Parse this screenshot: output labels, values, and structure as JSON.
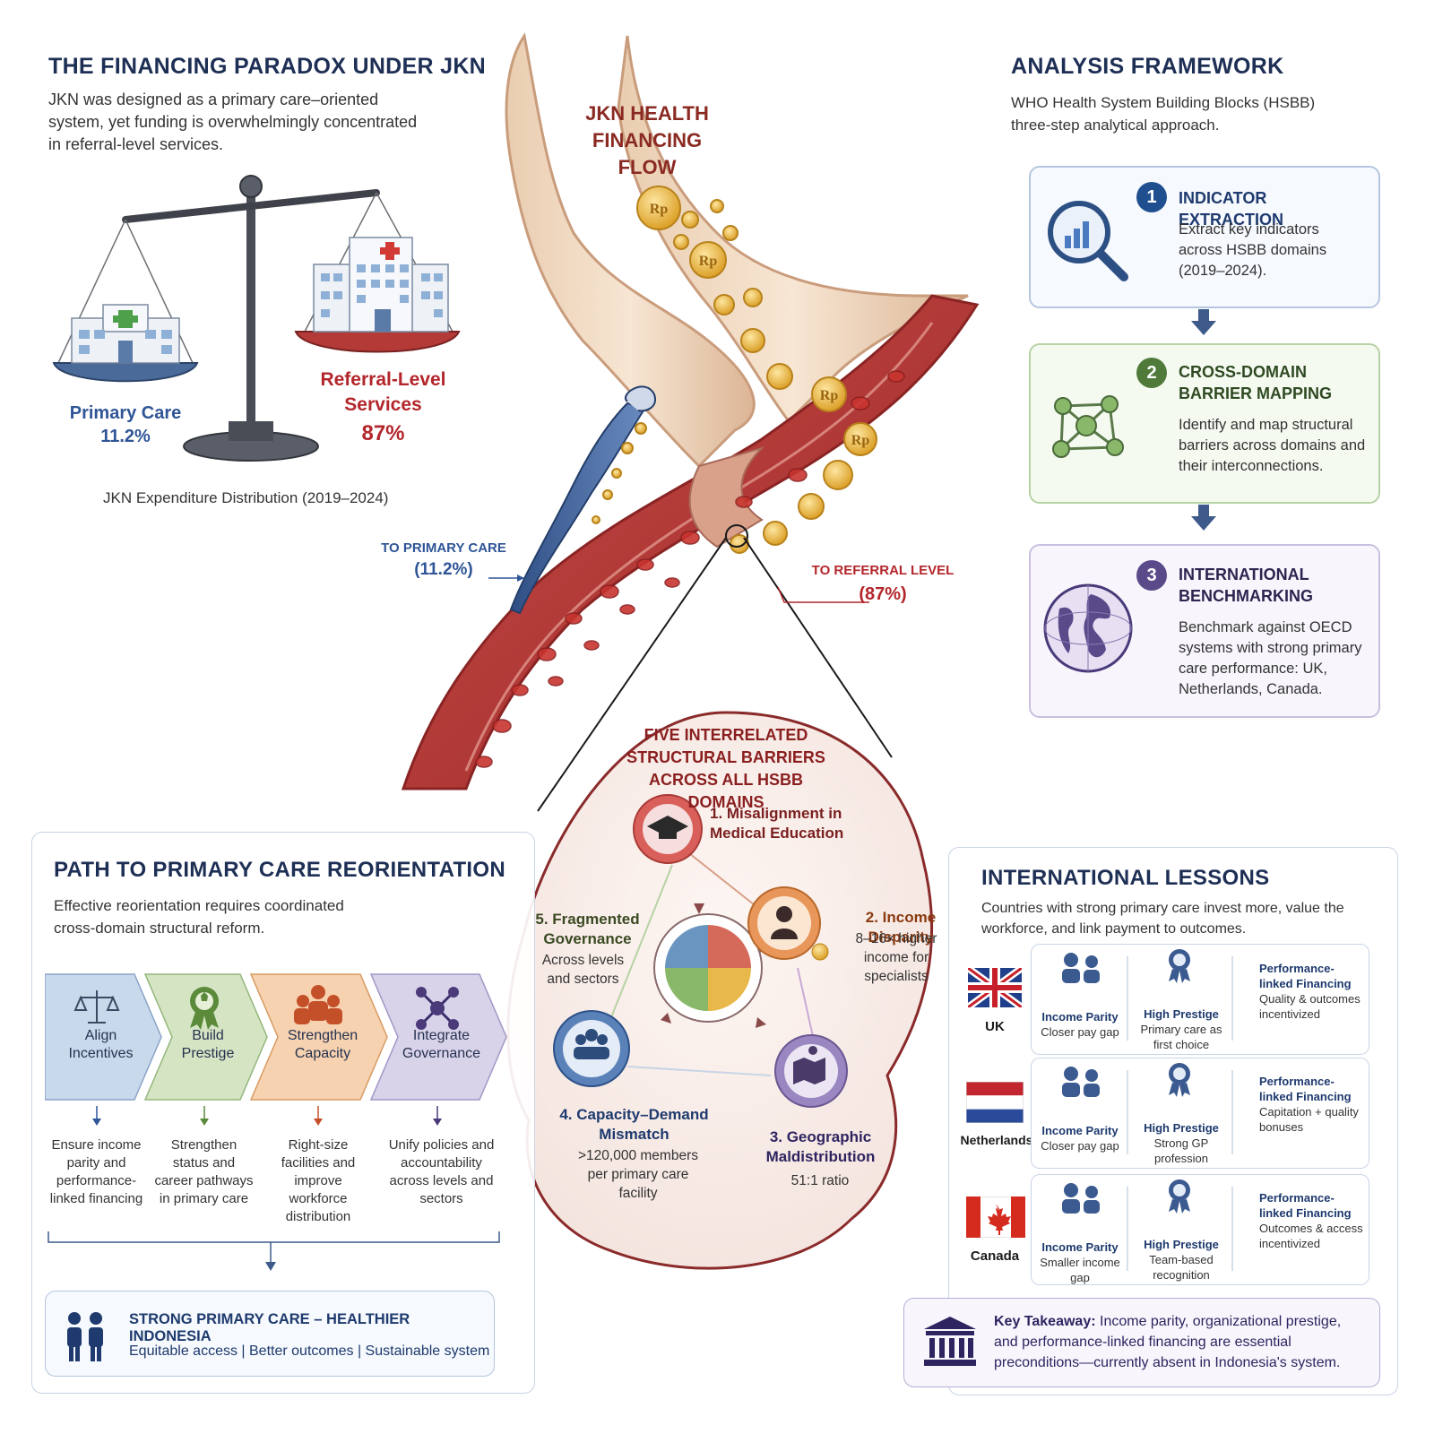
{
  "paradox": {
    "title": "THE FINANCING PARADOX UNDER JKN",
    "text": "JKN was designed as a primary care–oriented system, yet funding is overwhelmingly concentrated in referral-level services.",
    "primary_label": "Primary Care",
    "primary_value": "11.2%",
    "referral_label": "Referral-Level Services",
    "referral_value": "87%",
    "caption": "JKN Expenditure Distribution (2019–2024)"
  },
  "flow": {
    "title": "JKN HEALTH FINANCING FLOW",
    "coin_label": "Rp",
    "to_primary": "TO PRIMARY CARE",
    "to_primary_value": "(11.2%)",
    "to_referral": "TO REFERRAL LEVEL",
    "to_referral_value": "(87%)"
  },
  "framework": {
    "title": "ANALYSIS FRAMEWORK",
    "text": "WHO Health System Building Blocks (HSBB) three-step analytical approach.",
    "steps": [
      {
        "num": "1",
        "title": "INDICATOR EXTRACTION",
        "text": "Extract key indicators across HSBB domains (2019–2024).",
        "color": "#1f4f8f",
        "icon": "magnifier-chart-icon"
      },
      {
        "num": "2",
        "title": "CROSS-DOMAIN BARRIER MAPPING",
        "text": "Identify and map structural barriers across domains and their interconnections.",
        "color": "#4f7a3a",
        "icon": "network-icon"
      },
      {
        "num": "3",
        "title": "INTERNATIONAL BENCHMARKING",
        "text": "Benchmark against OECD systems with strong primary care performance: UK, Netherlands, Canada.",
        "color": "#5a4a8a",
        "icon": "globe-icon"
      }
    ]
  },
  "barriers": {
    "title": "FIVE INTERRELATED STRUCTURAL BARRIERS ACROSS ALL HSBB DOMAINS",
    "items": [
      {
        "title": "1. Misalignment in Medical Education",
        "desc": ""
      },
      {
        "title": "2. Income Disparity",
        "desc": "8–16× higher income for specialists"
      },
      {
        "title": "3. Geographic Maldistribution",
        "desc": "51:1 ratio"
      },
      {
        "title": "4. Capacity–Demand Mismatch",
        "desc": ">120,000 members per primary care facility"
      },
      {
        "title": "5. Fragmented Governance",
        "desc": "Across levels and sectors"
      }
    ]
  },
  "path": {
    "title": "PATH TO PRIMARY CARE REORIENTATION",
    "text": "Effective reorientation requires coordinated cross-domain structural reform.",
    "steps": [
      {
        "label": "Align Incentives",
        "desc": "Ensure income parity and performance-linked financing",
        "color": "#c9d9ec",
        "icon": "scale-icon"
      },
      {
        "label": "Build Prestige",
        "desc": "Strengthen status and career pathways in primary care",
        "color": "#d5e5c4",
        "icon": "award-icon"
      },
      {
        "label": "Strengthen Capacity",
        "desc": "Right-size facilities and improve workforce distribution",
        "color": "#f6d2b0",
        "icon": "people-icon"
      },
      {
        "label": "Integrate Governance",
        "desc": "Unify policies and accountability across levels and sectors",
        "color": "#d9d3ea",
        "icon": "network-icon"
      }
    ],
    "result_title": "STRONG PRIMARY CARE – HEALTHIER INDONESIA",
    "result_text": "Equitable access | Better outcomes | Sustainable system"
  },
  "lessons": {
    "title": "INTERNATIONAL LESSONS",
    "text": "Countries with strong primary care invest more, value the workforce, and link payment to outcomes.",
    "countries": [
      {
        "name": "UK",
        "c1_title": "Income Parity",
        "c1_text": "Closer pay gap",
        "c2_title": "High Prestige",
        "c2_text": "Primary care as first choice",
        "c3_title": "Performance-linked Financing",
        "c3_text": "Quality & outcomes incentivized"
      },
      {
        "name": "Netherlands",
        "c1_title": "Income Parity",
        "c1_text": "Closer pay gap",
        "c2_title": "High Prestige",
        "c2_text": "Strong GP profession",
        "c3_title": "Performance-linked Financing",
        "c3_text": "Capitation + quality bonuses"
      },
      {
        "name": "Canada",
        "c1_title": "Income Parity",
        "c1_text": "Smaller income gap",
        "c2_title": "High Prestige",
        "c2_text": "Team-based recognition",
        "c3_title": "Performance-linked Financing",
        "c3_text": "Outcomes & access incentivized"
      }
    ],
    "takeaway_label": "Key Takeaway:",
    "takeaway_text": " Income parity, organizational prestige, and performance-linked financing are essential preconditions—currently absent in Indonesia's system."
  },
  "colors": {
    "navy": "#1e2f55",
    "red": "#b3262b",
    "blue": "#2f5597",
    "vessel": "#b83a3a",
    "gold": "#e8b73a"
  }
}
